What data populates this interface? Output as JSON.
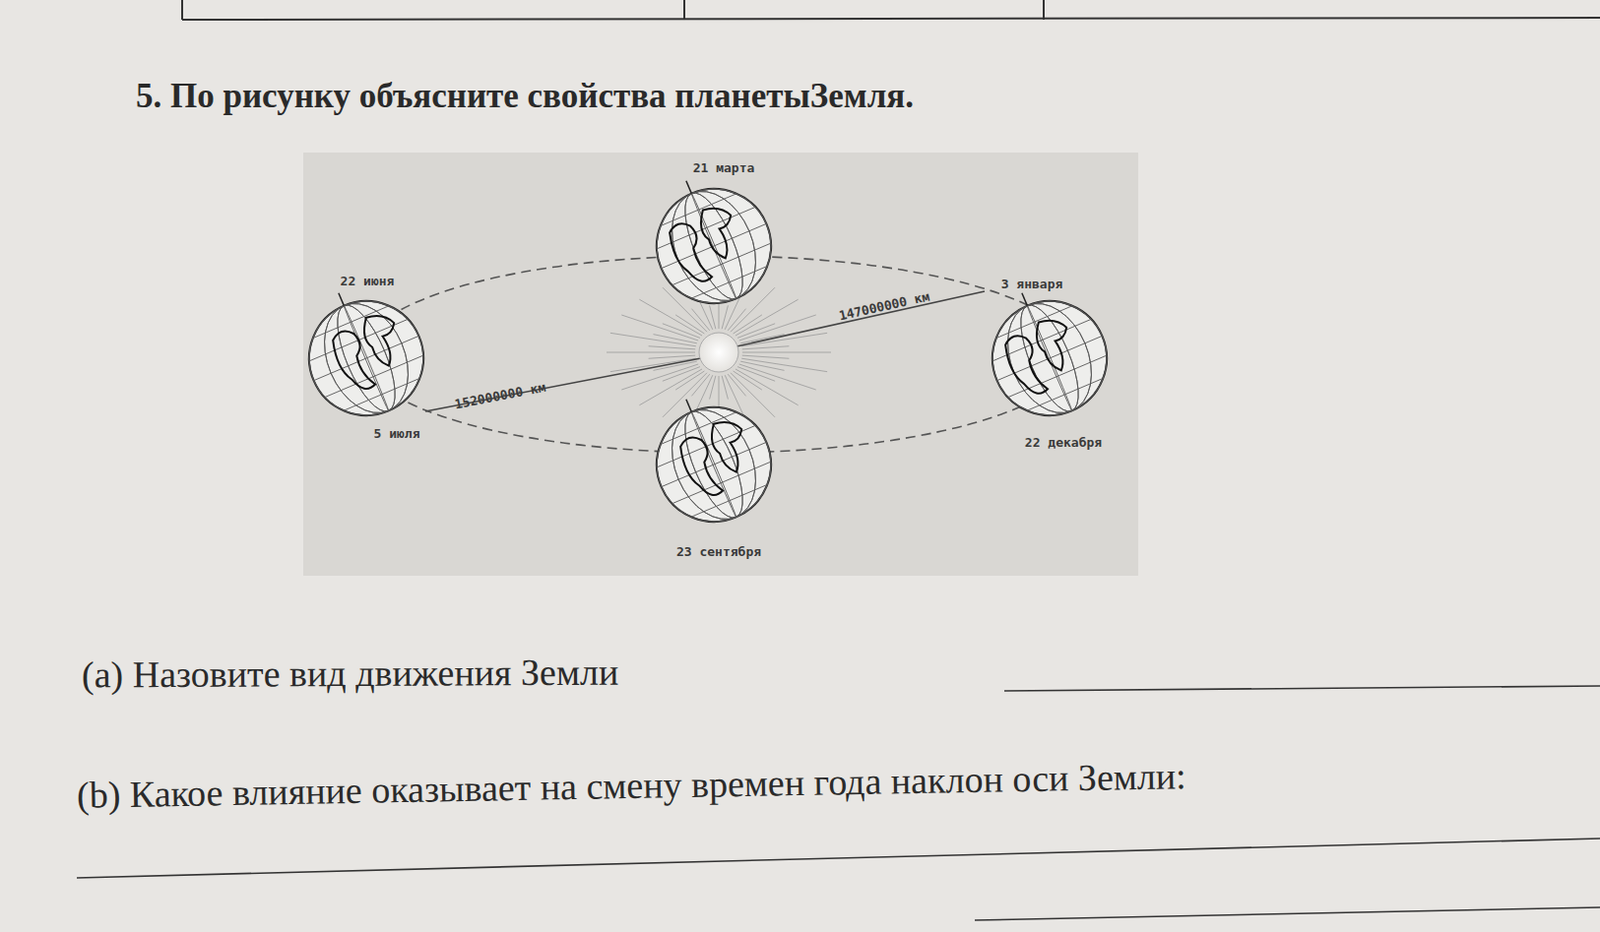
{
  "diagram": {
    "title": "5. По рисунку объясните свойства планетыЗемля.",
    "labels": [
      "21 марта",
      "22 июня",
      "3 января",
      "147000000 км",
      "152000000 км",
      "5 июля",
      "22 декабря",
      "23 сентября",
      "(a) Назовите вид движения Земли",
      "(b) Какое влияние оказывает на смену времен года наклон оси Земли:"
    ]
  }
}
